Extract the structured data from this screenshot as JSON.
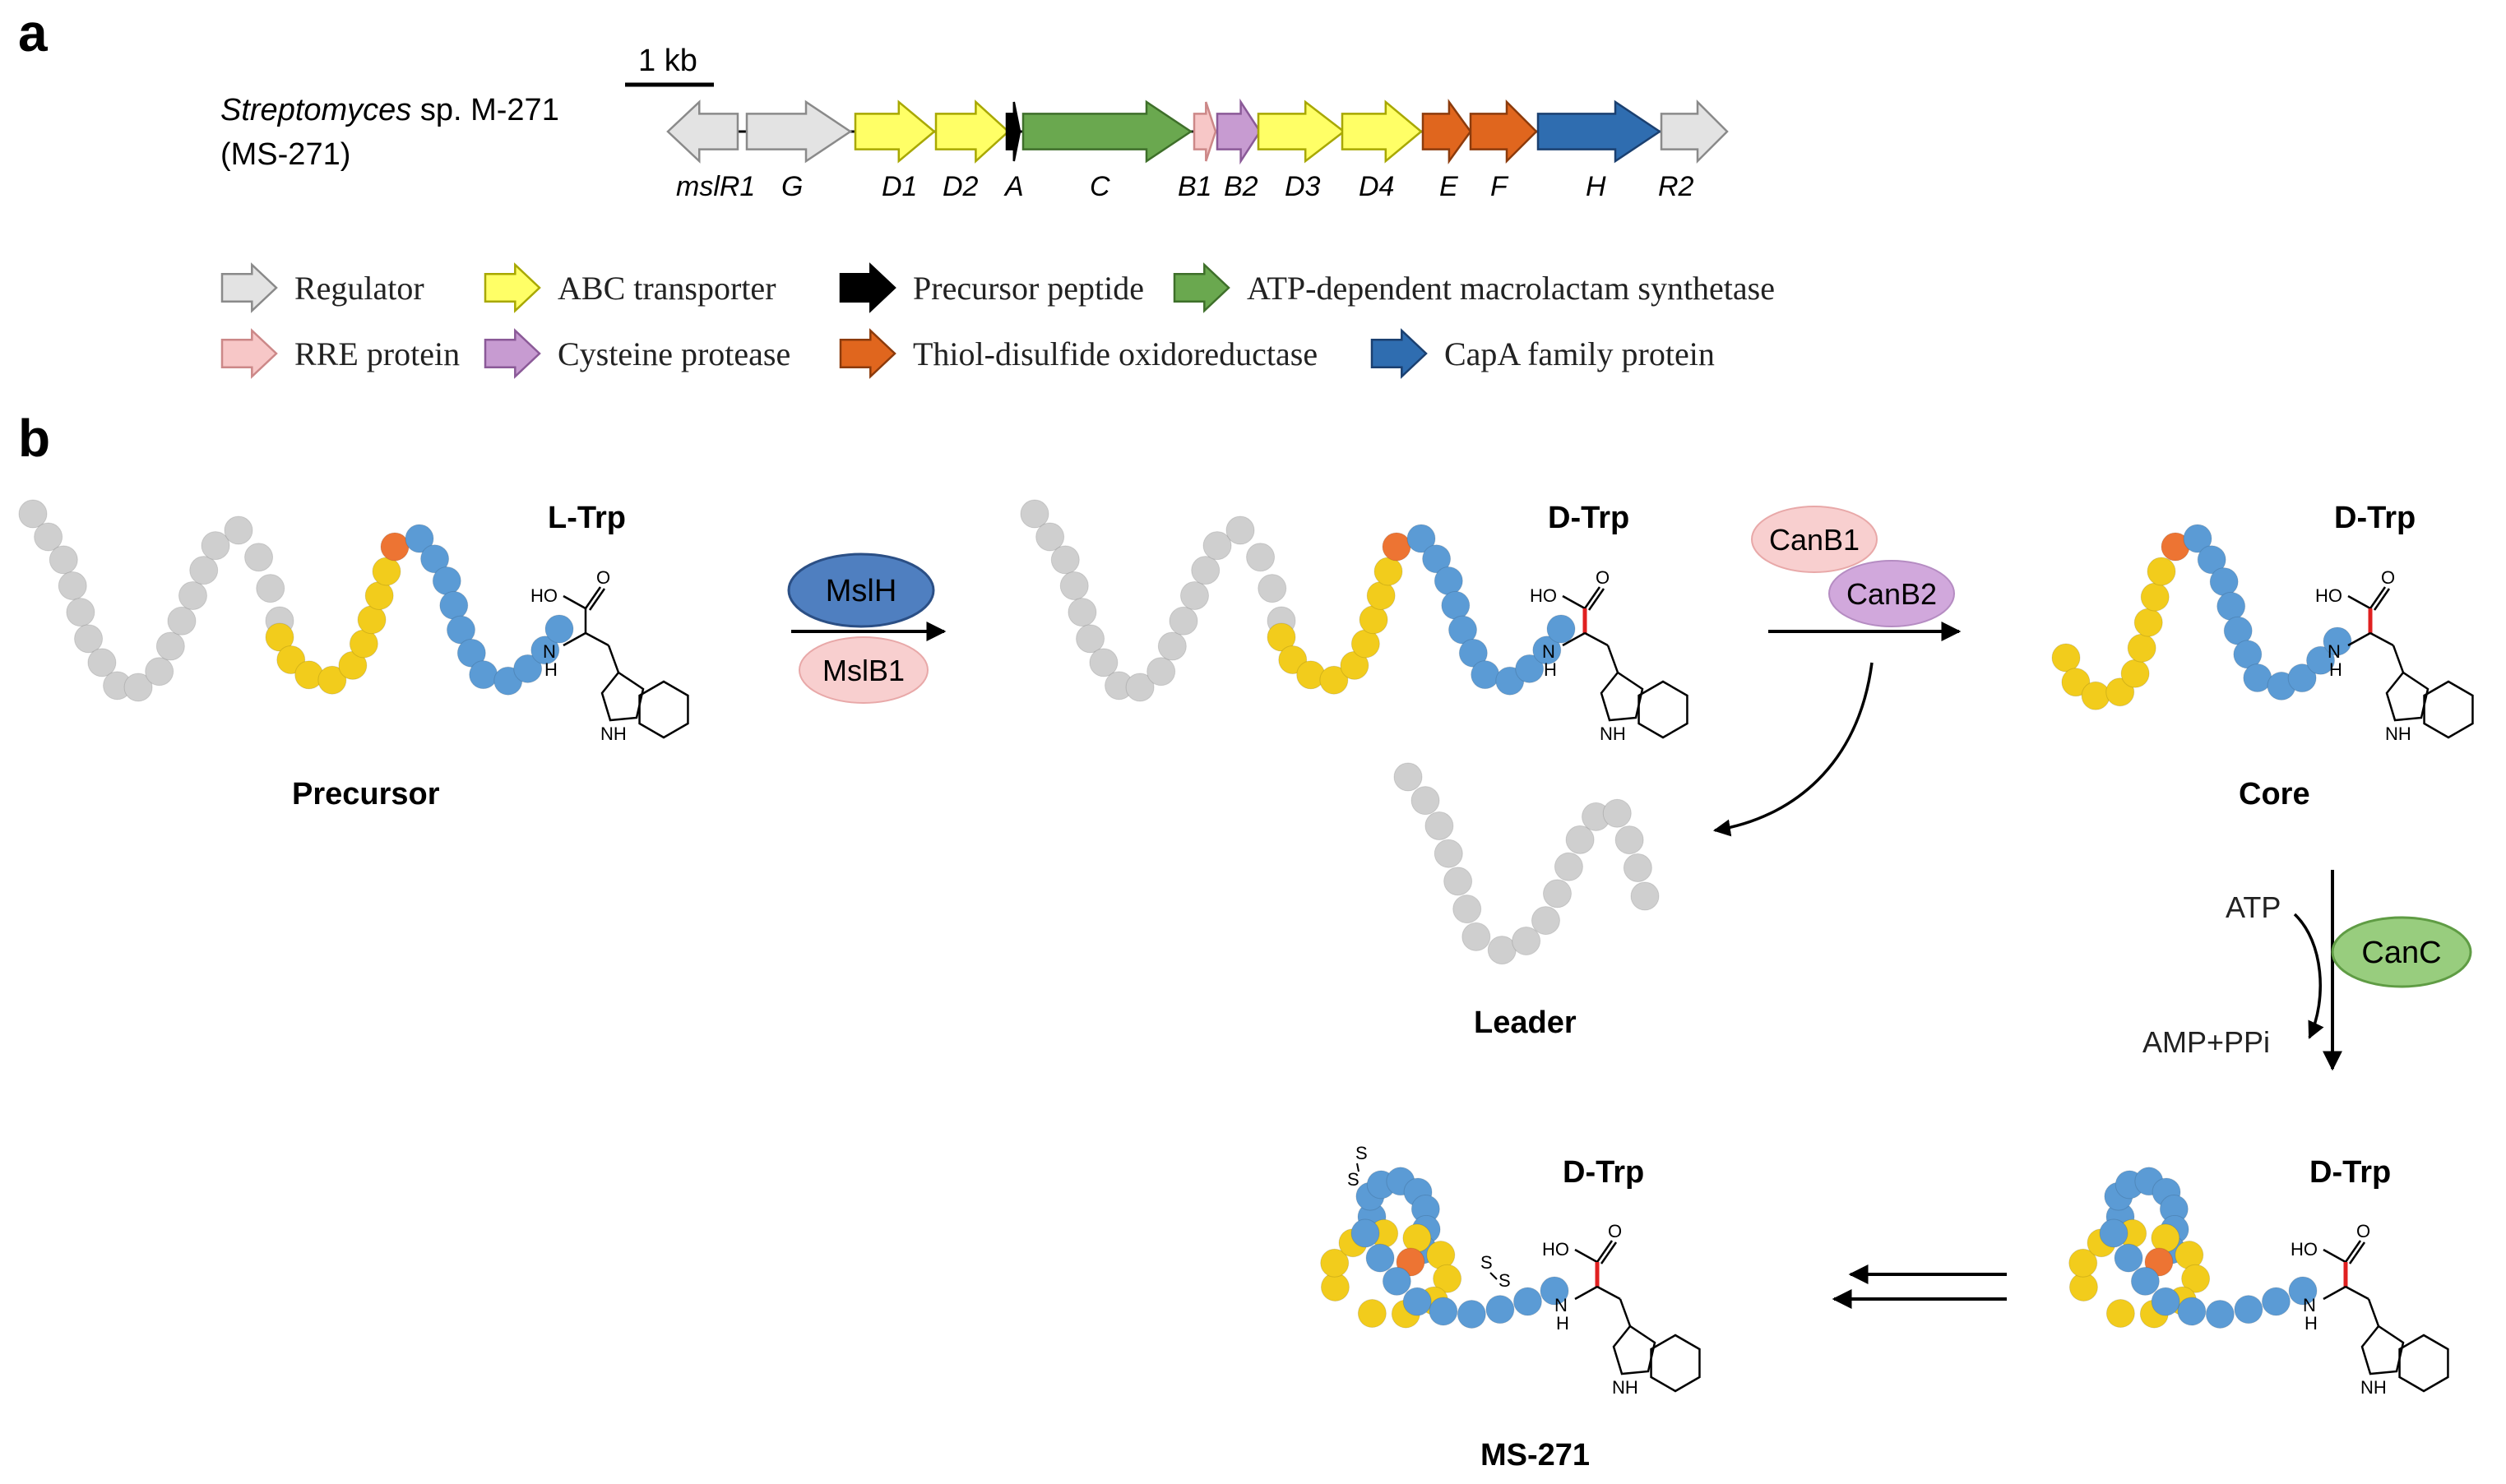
{
  "colors": {
    "regulator": "#e3e3e3",
    "abc_transporter": "#ffff66",
    "precursor_peptide": "#000000",
    "macrolactam_synthetase": "#6aa84f",
    "rre_protein": "#f7c7c7",
    "cysteine_protease": "#c79bd1",
    "thiol_disulfide_oxidoreductase": "#e0661e",
    "capa_family": "#2f6db0",
    "bead_grey": "#cfcfcf",
    "bead_yellow": "#f2cc1c",
    "bead_blue": "#5b9bd5",
    "bead_orange": "#ed7433",
    "enzyme_blue": "#4f7fc0",
    "enzyme_pink": "#f8cfcf",
    "enzyme_purple": "#d1a8dc",
    "enzyme_green": "#98cd7e"
  },
  "panel_a": {
    "label": "a",
    "organism_italic": "Streptomyces",
    "organism_rest": " sp. M-271",
    "organism_line2": "(MS-271)",
    "scale_label": "1 kb",
    "genes": [
      {
        "label": "mslR1",
        "role": "regulator",
        "dir": "left"
      },
      {
        "label": "G",
        "role": "regulator",
        "dir": "right"
      },
      {
        "label": "D1",
        "role": "abc_transporter",
        "dir": "right"
      },
      {
        "label": "D2",
        "role": "abc_transporter",
        "dir": "right"
      },
      {
        "label": "A",
        "role": "precursor_peptide",
        "dir": "right"
      },
      {
        "label": "C",
        "role": "macrolactam_synthetase",
        "dir": "right"
      },
      {
        "label": "B1",
        "role": "rre_protein",
        "dir": "right"
      },
      {
        "label": "B2",
        "role": "cysteine_protease",
        "dir": "right"
      },
      {
        "label": "D3",
        "role": "abc_transporter",
        "dir": "right"
      },
      {
        "label": "D4",
        "role": "abc_transporter",
        "dir": "right"
      },
      {
        "label": "E",
        "role": "thiol_disulfide_oxidoreductase",
        "dir": "right"
      },
      {
        "label": "F",
        "role": "thiol_disulfide_oxidoreductase",
        "dir": "right"
      },
      {
        "label": "H",
        "role": "capa_family",
        "dir": "right"
      },
      {
        "label": "R2",
        "role": "regulator",
        "dir": "right"
      }
    ],
    "legend": [
      {
        "label": "Regulator",
        "role": "regulator"
      },
      {
        "label": "ABC transporter",
        "role": "abc_transporter"
      },
      {
        "label": "Precursor peptide",
        "role": "precursor_peptide"
      },
      {
        "label": "ATP-dependent macrolactam synthetase",
        "role": "macrolactam_synthetase"
      },
      {
        "label": "RRE protein",
        "role": "rre_protein"
      },
      {
        "label": "Cysteine protease",
        "role": "cysteine_protease"
      },
      {
        "label": "Thiol-disulfide oxidoreductase",
        "role": "thiol_disulfide_oxidoreductase"
      },
      {
        "label": "CapA family protein",
        "role": "capa_family"
      }
    ]
  },
  "panel_b": {
    "label": "b",
    "precursor_label": "Precursor",
    "l_trp": "L-Trp",
    "d_trp": "D-Trp",
    "core_label": "Core",
    "leader_label": "Leader",
    "product_label": "MS-271",
    "enzymes": {
      "mslh": "MslH",
      "mslb1": "MslB1",
      "canb1": "CanB1",
      "canb2": "CanB2",
      "canc": "CanC"
    },
    "atp": "ATP",
    "amp_ppi": "AMP+PPi",
    "chem": {
      "hooh": "HO",
      "o": "O",
      "n": "N",
      "h": "H",
      "s": "S"
    }
  }
}
